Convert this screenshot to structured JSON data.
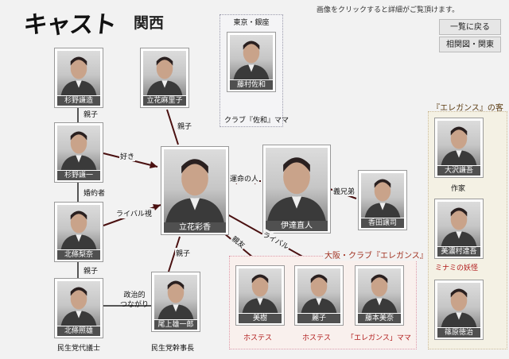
{
  "header": {
    "title": "キャスト",
    "region": "関西",
    "instruction": "画像をクリックすると詳細がご覧頂けます。",
    "back_button": "一覧に戻る",
    "map_button": "相関図・関東"
  },
  "groups": {
    "tokyo": "東京・銀座",
    "osaka": "大阪・クラブ『エレガンス』",
    "guest": "『エレガンス』の客"
  },
  "cast": {
    "sugino_kenzo": {
      "name": "杉野謙造"
    },
    "sugino_kenichi": {
      "name": "杉野謙一"
    },
    "hojo_rina": {
      "name": "北條梨奈"
    },
    "hojo_teruo": {
      "name": "北條照雄",
      "role": "民生党代議士"
    },
    "tachibana_mariko": {
      "name": "立花麻里子"
    },
    "fujimura_sawa": {
      "name": "藤村佐和",
      "role": "クラブ『佐和』ママ"
    },
    "tachibana_ayaka": {
      "name": "立花彩香"
    },
    "date_naoto": {
      "name": "伊達直人"
    },
    "kagawa_kenji": {
      "name": "香田譲司"
    },
    "onoue_yuichiro": {
      "name": "尾上雄一郎",
      "role": "民生党幹事長"
    },
    "miki": {
      "name": "美樹",
      "role": "ホステス"
    },
    "reiko": {
      "name": "麗子",
      "role": "ホステス"
    },
    "fujimoto_mina": {
      "name": "藤本美奈",
      "role": "「エレガンス」ママ"
    },
    "osawa_kengo": {
      "name": "大沢謙吾",
      "role": "作家"
    },
    "minomura": {
      "name": "美濃村達吾",
      "role": "ミナミの妖怪"
    },
    "shinohara_tokuji": {
      "name": "篠原徳治"
    }
  },
  "relations": {
    "oyako1": "親子",
    "oyako2": "親子",
    "oyako3": "親子",
    "oyako4": "親子",
    "konyakusha": "婚約者",
    "suki": "好き",
    "rival_oya": "ライバル視",
    "seijiteki": "政治的\nつながり",
    "unmei": "運命の人",
    "gikyodai": "義兄弟",
    "shinyu": "親友",
    "rival": "ライバル"
  },
  "colors": {
    "line_dark": "#4a1010",
    "line_gray": "#555555",
    "accent_red": "#b01818"
  }
}
